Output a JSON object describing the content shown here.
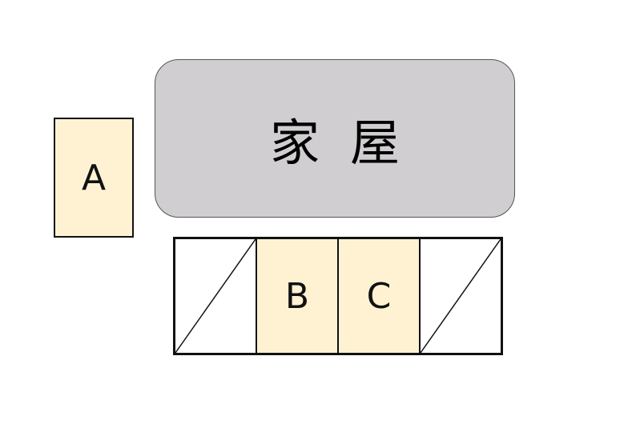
{
  "house": {
    "label": "家屋",
    "color": "#d0ced0"
  },
  "spots": {
    "a": {
      "label": "A",
      "color": "#fff2d3"
    },
    "row": [
      {
        "label": "",
        "type": "unavailable-diagonal"
      },
      {
        "label": "B",
        "type": "parking-space",
        "color": "#fff2d3"
      },
      {
        "label": "C",
        "type": "parking-space",
        "color": "#fff2d3"
      },
      {
        "label": "",
        "type": "unavailable-diagonal"
      }
    ]
  }
}
